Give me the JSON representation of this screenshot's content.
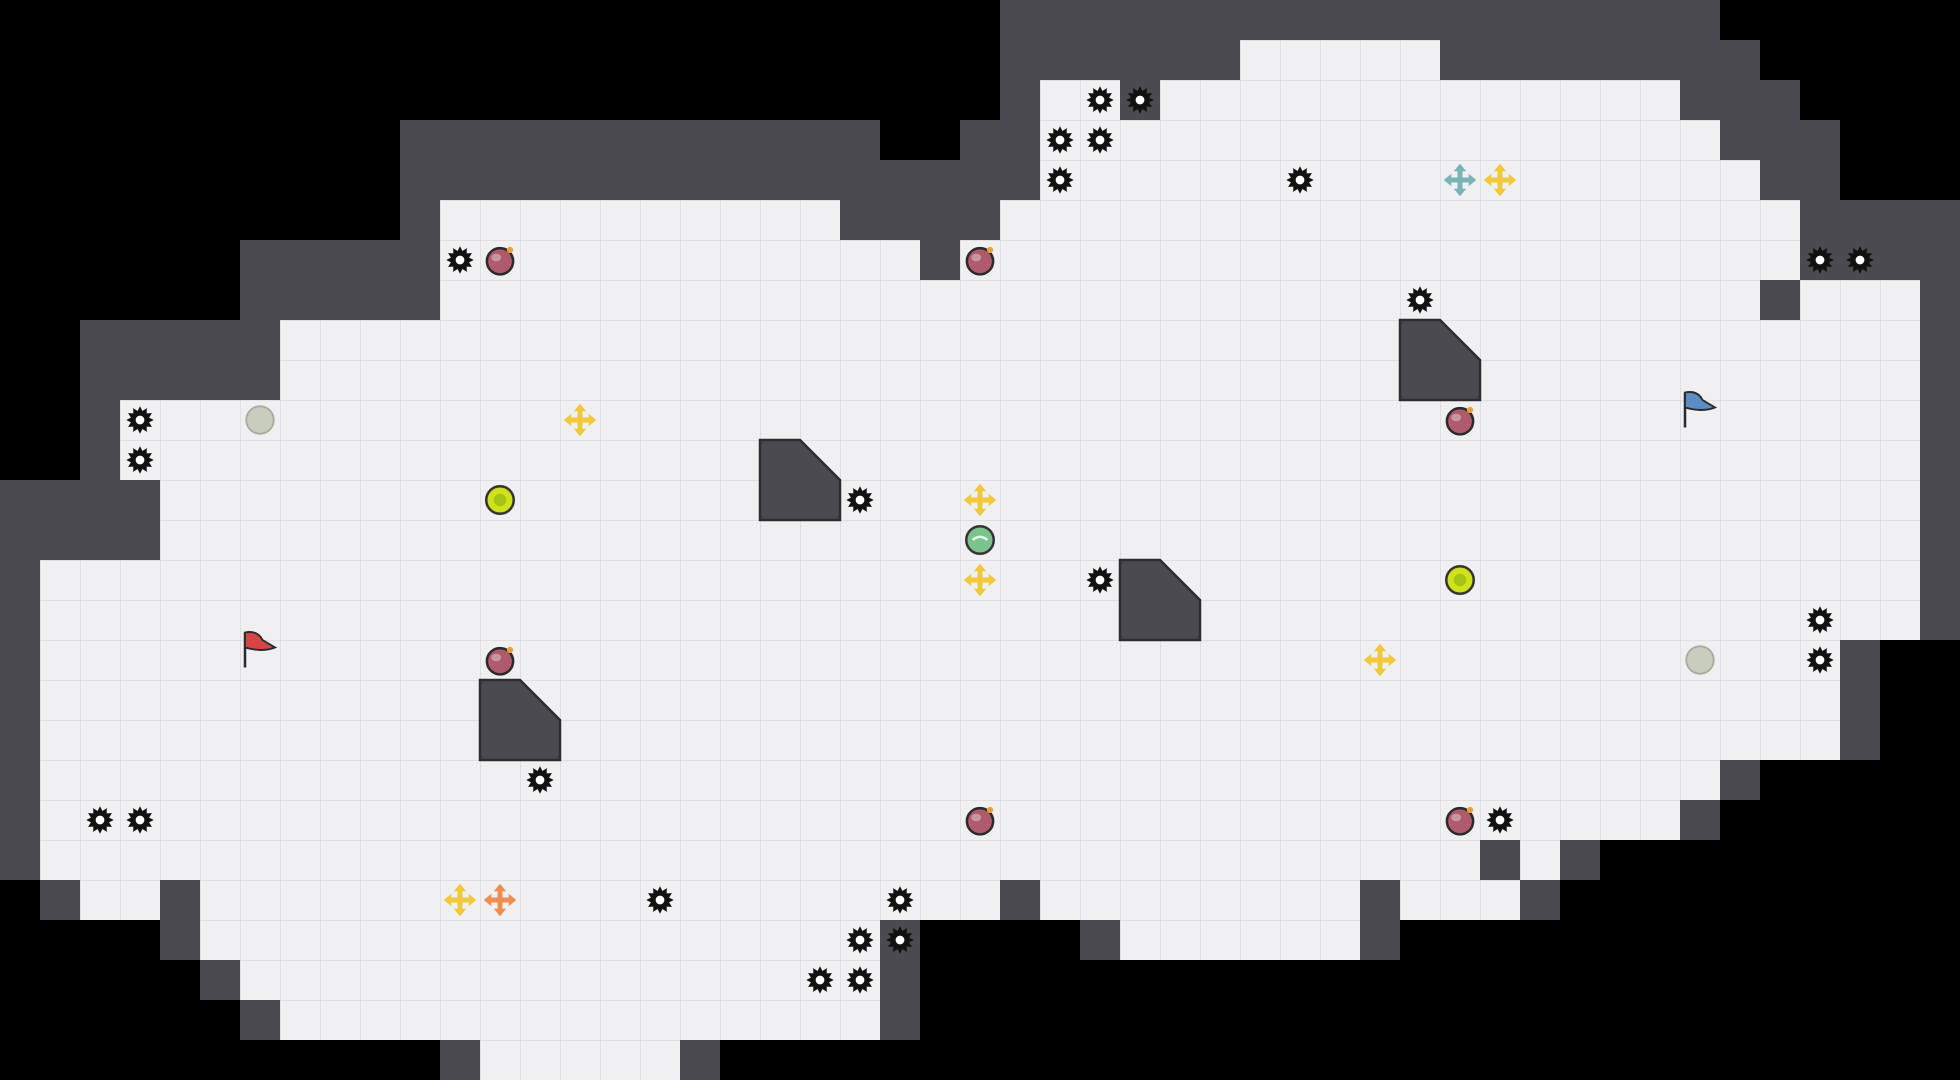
{
  "game": {
    "grid": {
      "cols": 49,
      "rows": 27
    },
    "colors": {
      "background": "#000000",
      "floor": "#f0f0f2",
      "floor_grid": "#d6d6da",
      "wall": "#4b4b4f",
      "wall_edge": "#2e2e32",
      "gear": "#111111",
      "bomb": "#b05a6e",
      "glow_orb": "#cfe11a",
      "pad": "#c9cdbd",
      "arrow_yellow": "#f3c83c",
      "arrow_teal": "#78b3b5",
      "arrow_orange": "#f08c50",
      "flag_red": "#d64545",
      "flag_blue": "#5b8cc4",
      "player": "#7ac38a"
    },
    "floor_rows": [
      [
        [
          31,
          36
        ]
      ],
      [
        [
          26,
          28
        ],
        [
          29,
          42
        ]
      ],
      [
        [
          26,
          43
        ]
      ],
      [
        [
          26,
          44
        ]
      ],
      [
        [
          11,
          21
        ],
        [
          25,
          45
        ]
      ],
      [
        [
          11,
          23
        ],
        [
          24,
          45
        ]
      ],
      [
        [
          11,
          44
        ],
        [
          45,
          48
        ]
      ],
      [
        [
          7,
          48
        ]
      ],
      [
        [
          7,
          48
        ]
      ],
      [
        [
          3,
          48
        ]
      ],
      [
        [
          3,
          48
        ]
      ],
      [
        [
          4,
          48
        ]
      ],
      [
        [
          4,
          48
        ]
      ],
      [
        [
          1,
          48
        ]
      ],
      [
        [
          1,
          48
        ]
      ],
      [
        [
          1,
          46
        ]
      ],
      [
        [
          1,
          46
        ]
      ],
      [
        [
          1,
          46
        ]
      ],
      [
        [
          1,
          43
        ]
      ],
      [
        [
          1,
          42
        ]
      ],
      [
        [
          1,
          37
        ],
        [
          38,
          39
        ]
      ],
      [
        [
          2,
          4
        ],
        [
          5,
          25
        ],
        [
          26,
          34
        ],
        [
          35,
          38
        ]
      ],
      [
        [
          5,
          22
        ],
        [
          28,
          34
        ]
      ],
      [
        [
          6,
          22
        ]
      ],
      [
        [
          7,
          22
        ]
      ],
      [
        [
          12,
          17
        ]
      ]
    ],
    "blocks": [
      {
        "col": 19,
        "row": 11
      },
      {
        "col": 35,
        "row": 8
      },
      {
        "col": 28,
        "row": 14
      },
      {
        "col": 12,
        "row": 17
      }
    ],
    "gears": [
      [
        27,
        2
      ],
      [
        28,
        2
      ],
      [
        26,
        3
      ],
      [
        27,
        3
      ],
      [
        26,
        4
      ],
      [
        32,
        4
      ],
      [
        11,
        6
      ],
      [
        45,
        6
      ],
      [
        46,
        6
      ],
      [
        35,
        7
      ],
      [
        3,
        10
      ],
      [
        3,
        11
      ],
      [
        21,
        12
      ],
      [
        27,
        14
      ],
      [
        45,
        15
      ],
      [
        45,
        16
      ],
      [
        13,
        19
      ],
      [
        2,
        20
      ],
      [
        3,
        20
      ],
      [
        37,
        20
      ],
      [
        16,
        22
      ],
      [
        22,
        22
      ],
      [
        21,
        23
      ],
      [
        22,
        23
      ],
      [
        20,
        24
      ],
      [
        21,
        24
      ]
    ],
    "bombs": [
      [
        12,
        6
      ],
      [
        24,
        6
      ],
      [
        36,
        10
      ],
      [
        12,
        16
      ],
      [
        24,
        20
      ],
      [
        36,
        20
      ]
    ],
    "glow_orbs": [
      [
        12,
        12
      ],
      [
        36,
        14
      ]
    ],
    "pads": [
      [
        6,
        10
      ],
      [
        42,
        16
      ]
    ],
    "arrows": [
      {
        "col": 36,
        "row": 4,
        "kind": "teal"
      },
      {
        "col": 37,
        "row": 4,
        "kind": "yellow"
      },
      {
        "col": 14,
        "row": 10,
        "kind": "yellow"
      },
      {
        "col": 24,
        "row": 12,
        "kind": "yellow"
      },
      {
        "col": 24,
        "row": 14,
        "kind": "yellow"
      },
      {
        "col": 34,
        "row": 16,
        "kind": "yellow"
      },
      {
        "col": 11,
        "row": 22,
        "kind": "yellow"
      },
      {
        "col": 12,
        "row": 22,
        "kind": "orange"
      }
    ],
    "flags": [
      {
        "col": 6,
        "row": 16,
        "kind": "red"
      },
      {
        "col": 42,
        "row": 10,
        "kind": "blue"
      }
    ],
    "player": {
      "col": 24,
      "row": 13
    }
  }
}
